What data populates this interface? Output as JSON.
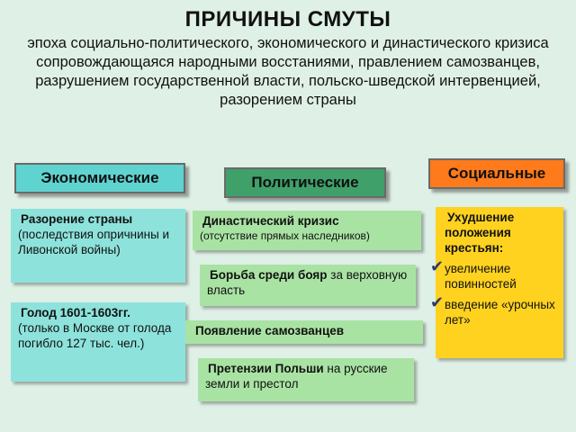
{
  "title": "ПРИЧИНЫ СМУТЫ",
  "subtitle": "эпоха социально-политического, экономического и династического кризиса сопровождающаяся народными восстаниями, правлением  самозванцев, разрушением государственной власти, польско-шведской интервенцией, разорением страны",
  "categories": {
    "economic": "Экономические",
    "political": "Политические",
    "social": "Социальные"
  },
  "economic_items": [
    {
      "bullet": "",
      "bold": "Разорение страны",
      "text": "(последствия опричнины и Ливонской войны)"
    },
    {
      "bullet": "",
      "bold": "Голод 1601-1603гг.",
      "text": "(только в Москве от голода погибло 127 тыс. чел.)"
    }
  ],
  "political_items": [
    {
      "bullet": "",
      "bold": "Династический кризис",
      "text": "(отсутствие прямых наследников)"
    },
    {
      "bullet": "",
      "bold": "Борьба среди бояр",
      "text": "за верховную власть"
    },
    {
      "bullet": "",
      "bold": "Появление самозванцев",
      "text": ""
    },
    {
      "bullet": "",
      "bold": "Претензии Польши",
      "text": "на русские земли и престол"
    }
  ],
  "social_item": {
    "bullet": "",
    "bold": "Ухудшение положения крестьян:",
    "sub": [
      {
        "check": "✔",
        "text": "увеличение повинностей"
      },
      {
        "check": "✔",
        "text": "введение «урочных лет»"
      }
    ]
  },
  "colors": {
    "background": "#dff0e6",
    "economic": "#5fd3d0",
    "political": "#3fa06a",
    "social": "#ff7a1a",
    "economic_box": "#8de3dc",
    "political_box": "#a9e3a3",
    "social_box": "#ffd21f"
  }
}
